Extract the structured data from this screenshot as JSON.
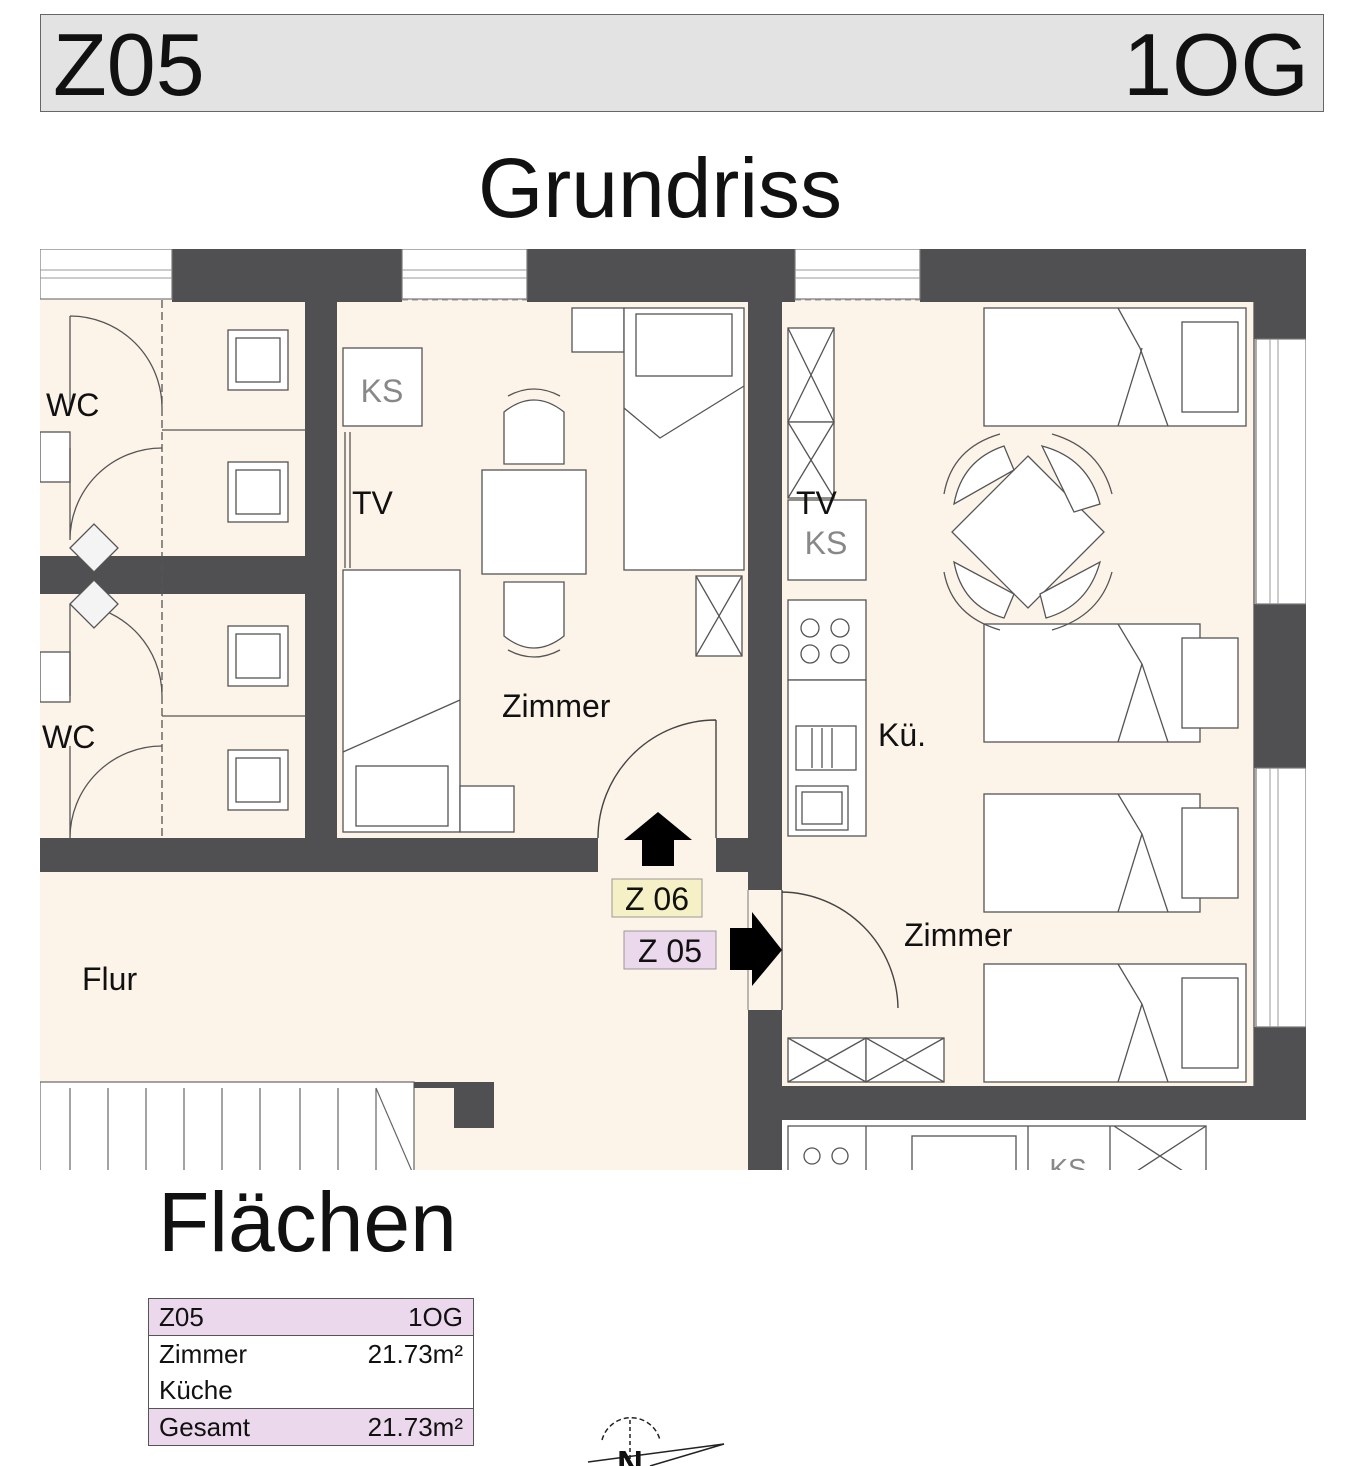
{
  "header": {
    "unit": "Z05",
    "floor": "1OG"
  },
  "plan_title": "Grundriss",
  "rooms": {
    "wc_1": "WC",
    "wc_2": "WC",
    "zimmer_left": "Zimmer",
    "tv_left": "TV",
    "ks_left": "KS",
    "tv_right": "TV",
    "ks_right": "KS",
    "kueche": "Kü.",
    "zimmer_right": "Zimmer",
    "flur": "Flur",
    "ks_bottom": "KS"
  },
  "door_tags": {
    "z06": "Z 06",
    "z05": "Z 05"
  },
  "colors": {
    "wall": "#505052",
    "floor": "#fdf4e9",
    "tag_z06": "#f6f0c6",
    "tag_z05": "#ecd8ec",
    "header_bg": "#e3e3e3"
  },
  "areas_title": "Flächen",
  "areas_table": {
    "head": {
      "label": "Z05",
      "value": "1OG"
    },
    "rows": [
      {
        "label": "Zimmer",
        "value": "21.73m²"
      },
      {
        "label": "Küche",
        "value": ""
      }
    ],
    "total": {
      "label": "Gesamt",
      "value": "21.73m²"
    }
  },
  "north_label": "N"
}
